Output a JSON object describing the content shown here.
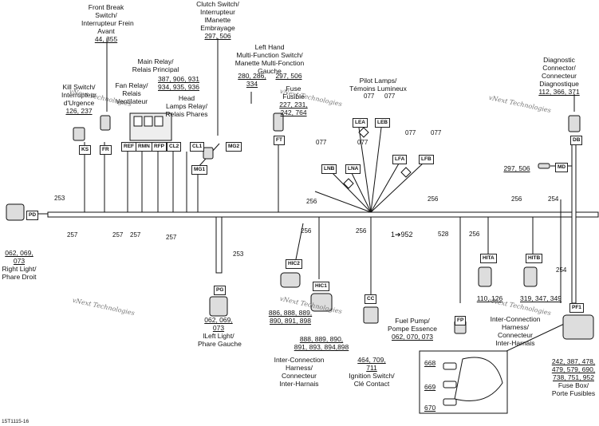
{
  "labels": {
    "front_brake_1": "Front Break",
    "front_brake_2": "Switch/",
    "front_brake_3": "Interrupteur Frein",
    "front_brake_4": "Avant",
    "front_brake_ref": "44, 355",
    "clutch_1": "Clutch Switch/",
    "clutch_2": "Interrupteur",
    "clutch_3": "lManette",
    "clutch_4": "Embrayage",
    "clutch_ref": "297, 506",
    "left_hand_1": "Left Hand",
    "left_hand_2": "Multi-Function Switch/",
    "left_hand_3": "Manette Multi-Fonction",
    "left_hand_4": "Gauche",
    "left_hand_ref_a_1": "280, 286,",
    "left_hand_ref_a_2": "334",
    "left_hand_ref_b": "297, 506",
    "main_relay_1": "Main Relay/",
    "main_relay_2": "Relais Principal",
    "main_relay_ref_1": "387, 906, 931",
    "main_relay_ref_2": "934, 935, 936",
    "fan_relay_1": "Fan Relay/",
    "fan_relay_2": "Relais",
    "fan_relay_3": "Ventilateur",
    "head_lamps_1": "Head",
    "head_lamps_2": "Lamps Relay/",
    "head_lamps_3": "Relais Phares",
    "kill_1": "Kill Switch/",
    "kill_2": "Interrupteur",
    "kill_3": "d'Urgence",
    "kill_ref": "126, 237",
    "fuse_1": "Fuse",
    "fuse_2": "Fusible",
    "fuse_ref_1": "227, 231,",
    "fuse_ref_2": "242, 764",
    "pilot_1": "Pilot Lamps/",
    "pilot_2": "Témoins Lumineux",
    "diag_1": "Diagnostic",
    "diag_2": "Connector/",
    "diag_3": "Connecteur",
    "diag_4": "Diagnostique",
    "diag_ref": "112, 366, 371",
    "md_ref": "297, 506",
    "right_light_ref_1": "062, 069,",
    "right_light_ref_2": "073",
    "right_light_1": "Right Light/",
    "right_light_2": "Phare Droit",
    "left_light_ref_1": "062, 069,",
    "left_light_ref_2": "073",
    "left_light_1": "lLeft Light/",
    "left_light_2": "Phare Gauche",
    "hic2_ref_1": "886, 888, 889,",
    "hic2_ref_2": "890, 891, 898",
    "hic1_ref_1": "888, 889, 890,",
    "hic1_ref_2": "891, 893, 894,898",
    "interconn_1": "Inter-Connection",
    "interconn_2": "Harness/",
    "interconn_3": "Connecteur",
    "interconn_4": "Inter-Harnais",
    "ign_ref_1": "464, 709,",
    "ign_ref_2": "711",
    "ign_1": "Ignition Switch/",
    "ign_2": "Clé Contact",
    "fuel_1": "Fuel  Pump/",
    "fuel_2": "Pompe  Essence",
    "fuel_ref": "062, 070, 073",
    "hita_ref": "110, 126",
    "hitb_ref": "319, 347, 349",
    "interconn_r_1": "Inter-Connection",
    "interconn_r_2": "Harness/",
    "interconn_r_3": "Connecteur",
    "interconn_r_4": "Inter-Harnais",
    "fusebox_ref_1": "242, 387, 478,",
    "fusebox_ref_2": "479, 579, 690,",
    "fusebox_ref_3": "738, 751, 952",
    "fusebox_1": "Fuse Box/",
    "fusebox_2": "Porte Fusibles",
    "fuse_668": "668",
    "fuse_669": "669",
    "fuse_670": "670",
    "ref_952": "1➔952",
    "footer": "15T1115-16"
  },
  "connector_tags": {
    "PD": "PD",
    "KS": "KS",
    "FR": "FR",
    "REF": "REF",
    "RMN": "RMN",
    "RFP": "RFP",
    "CL2": "CL2",
    "CL1": "CL1",
    "MG1": "MG1",
    "MG2": "MG2",
    "FT": "FT",
    "LEA": "LEA",
    "LEB": "LEB",
    "LNB": "LNB",
    "LNA": "LNA",
    "LFA": "LFA",
    "LFB": "LFB",
    "DB": "DB",
    "MD": "MD",
    "HIC2": "HIC2",
    "HIC1": "HIC1",
    "CC": "CC",
    "FP": "FP",
    "HITA": "HITA",
    "HITB": "HITB",
    "PF1": "PF1",
    "PG": "PG"
  },
  "wire_codes": {
    "c253a": "253",
    "c253b": "253",
    "c257a": "257",
    "c257b": "257",
    "c257c": "257",
    "c257d": "257",
    "c256a": "256",
    "c256b": "256",
    "c256c": "256",
    "c256d": "256",
    "c256e": "256",
    "c256f": "256",
    "c254a": "254",
    "c254b": "254",
    "c528": "528",
    "c077a": "077",
    "c077b": "077",
    "c077c": "077",
    "c077d": "077",
    "c077e": "077",
    "c077f": "077"
  },
  "watermark": "vNext Technologies"
}
